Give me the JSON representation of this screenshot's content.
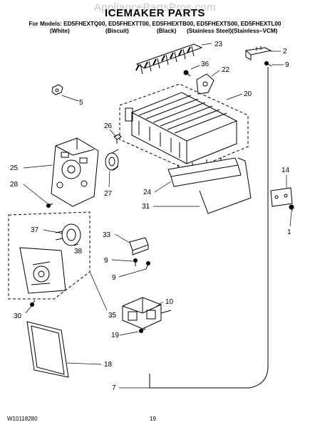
{
  "watermark": "AppliancePartsPros.com",
  "title": "ICEMAKER PARTS",
  "models_line": "For Models: ED5FHEXTQ00, ED5FHEXTT00, ED5FHEXTB00, ED5FHEXTS00, ED5FHEXTL00",
  "variants": [
    "(White)",
    "(Biscuit)",
    "(Black)",
    "(Stainless Steel)(Stainless–VCM)"
  ],
  "callouts": {
    "c23": "23",
    "c2": "2",
    "c9a": "9",
    "c36": "36",
    "c22": "22",
    "c5": "5",
    "c20": "20",
    "c26": "26",
    "c25": "25",
    "c28": "28",
    "c27": "27",
    "c24": "24",
    "c14": "14",
    "c31": "31",
    "c37": "37",
    "c1": "1",
    "c38": "38",
    "c33": "33",
    "c9b": "9",
    "c9c": "9",
    "c10": "10",
    "c30": "30",
    "c35": "35",
    "c19": "19",
    "c18": "18",
    "c7": "7"
  },
  "footer": {
    "doc_number": "W10118280",
    "page_number": "19"
  }
}
